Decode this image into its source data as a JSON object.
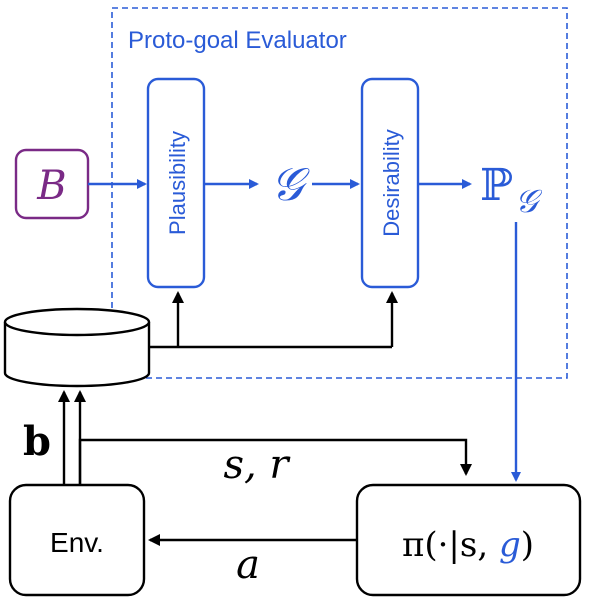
{
  "evaluator": {
    "title": "Proto-goal Evaluator"
  },
  "nodes": {
    "belief_input": "B",
    "plausibility": "Plausibility",
    "goal_set": "𝒢",
    "desirability": "Desirability",
    "goal_dist_P": "ℙ",
    "goal_dist_sub": "𝒢",
    "env": "Env.",
    "policy_prefix": "π(·|s, ",
    "policy_goal": "g",
    "policy_suffix": ")"
  },
  "edges": {
    "bits_label": "b",
    "state_reward_label": "s, r",
    "action_label": "a"
  },
  "colors": {
    "blue": "#2a5bd7",
    "purple": "#7a2a86",
    "black": "#000000"
  }
}
